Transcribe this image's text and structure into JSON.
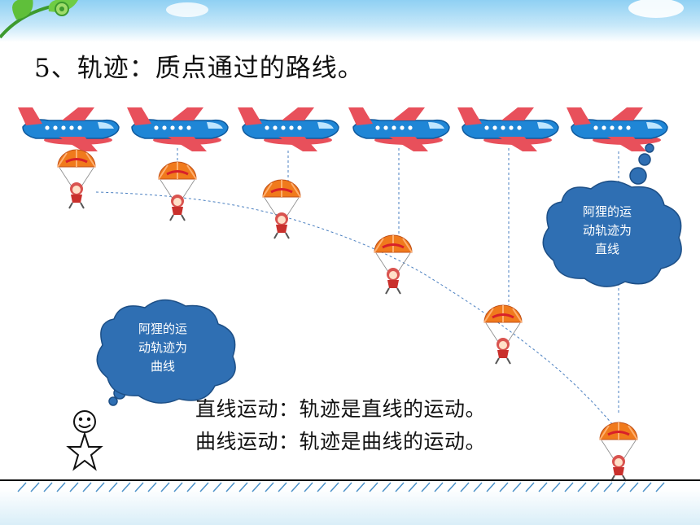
{
  "slide": {
    "title": "5、轨迹：质点通过的路线。"
  },
  "cloud_right": {
    "lines": [
      "阿狸的运",
      "动轨迹为",
      "直线"
    ]
  },
  "cloud_left": {
    "lines": [
      "阿狸的运",
      "动轨迹为",
      "曲线"
    ]
  },
  "definitions": {
    "straight": "直线运动：轨迹是直线的运动。",
    "curve": "曲线运动：轨迹是曲线的运动。"
  },
  "colors": {
    "sky": "#8fd0f3",
    "cloud": "#2f6fb3",
    "plane_body": "#1f86d6",
    "plane_wing": "#e8505b",
    "parachute": "#f07a1c",
    "trajectory": "#4a7fc0",
    "text": "#111111"
  },
  "icons": {
    "plane": "airplane-icon",
    "parachute": "parachute-icon",
    "stick_figure": "stick-figure-icon",
    "leaf": "leaf-decoration-icon"
  }
}
